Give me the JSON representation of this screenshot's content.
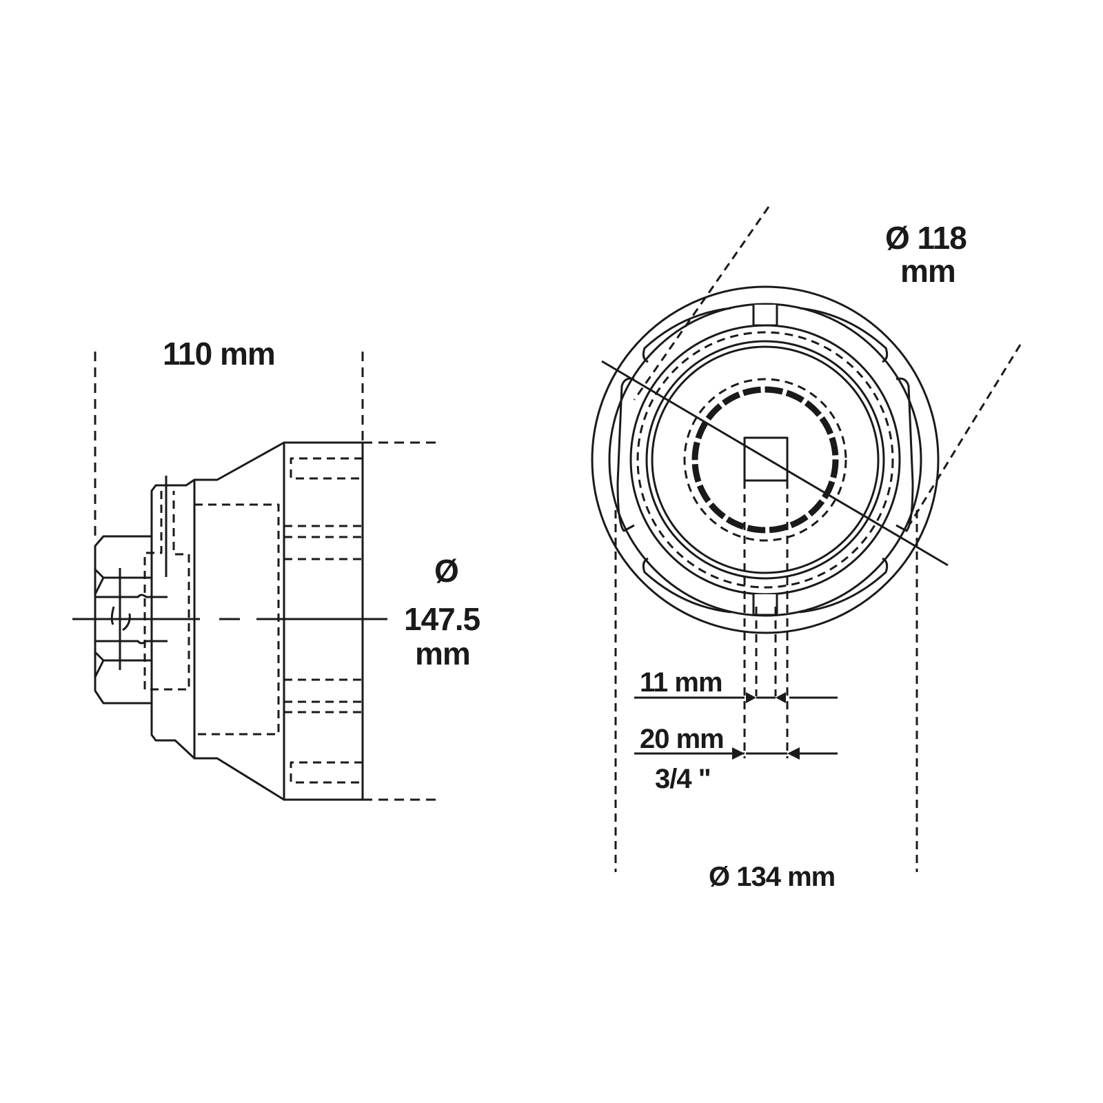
{
  "colors": {
    "line": "#1a1a1a",
    "background": "#ffffff"
  },
  "side_view": {
    "length_label": "110 mm",
    "diameter_symbol": "Ø",
    "diameter_value": "147.5",
    "diameter_unit": "mm"
  },
  "front_view": {
    "inner_diameter_label_line1": "Ø 118",
    "inner_diameter_label_line2": "mm",
    "outer_diameter_label": "Ø 134 mm",
    "slot_width_label": "11 mm",
    "drive_size_label": "20 mm",
    "drive_size_imperial": "3/4 \""
  }
}
